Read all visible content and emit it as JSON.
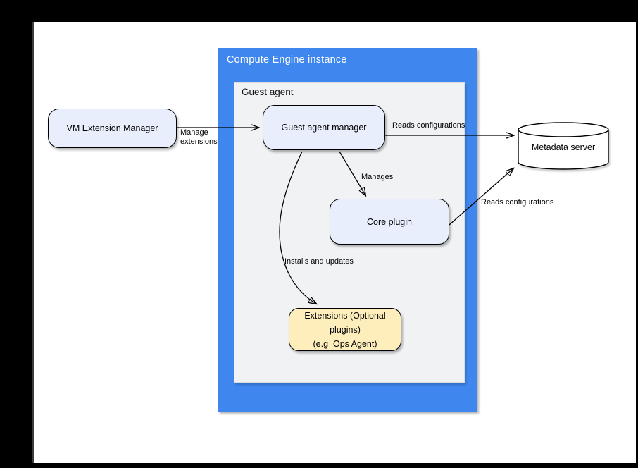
{
  "containers": {
    "compute_engine": {
      "label": "Compute Engine instance",
      "fill": "#3f87ef",
      "title_color": "#ffffff"
    },
    "guest_agent": {
      "label": "Guest agent",
      "fill": "#f1f2f4"
    }
  },
  "nodes": {
    "vm_extension_manager": {
      "label": "VM Extension Manager",
      "fill": "#e8eefb"
    },
    "guest_agent_manager": {
      "label": "Guest agent manager",
      "fill": "#e8eefb"
    },
    "core_plugin": {
      "label": "Core plugin",
      "fill": "#e8eefb"
    },
    "extensions": {
      "label_line1": "Extensions (Optional plugins)",
      "label_line2": "(e.g  Ops Agent)",
      "fill": "#fdeebc"
    },
    "metadata_server": {
      "label": "Metadata server",
      "fill": "#ffffff"
    }
  },
  "edges": {
    "manage_extensions": {
      "label_line1": "Manage",
      "label_line2": "extensions",
      "from": "vm_extension_manager",
      "to": "guest_agent_manager"
    },
    "reads_configurations_top": {
      "label": "Reads configurations",
      "from": "guest_agent_manager",
      "to": "metadata_server"
    },
    "manages": {
      "label": "Manages",
      "from": "guest_agent_manager",
      "to": "core_plugin"
    },
    "installs_and_updates": {
      "label": "Installs and updates",
      "from": "guest_agent_manager",
      "to": "extensions"
    },
    "reads_configurations_bottom": {
      "label": "Reads configurations",
      "from": "core_plugin",
      "to": "metadata_server"
    }
  },
  "colors": {
    "page_background": "#000000",
    "canvas_background": "#ffffff",
    "container_blue": "#3f87ef",
    "container_gray": "#f1f2f4",
    "node_blue": "#e8eefb",
    "node_yellow": "#fdeebc",
    "edge_stroke": "#000000"
  }
}
